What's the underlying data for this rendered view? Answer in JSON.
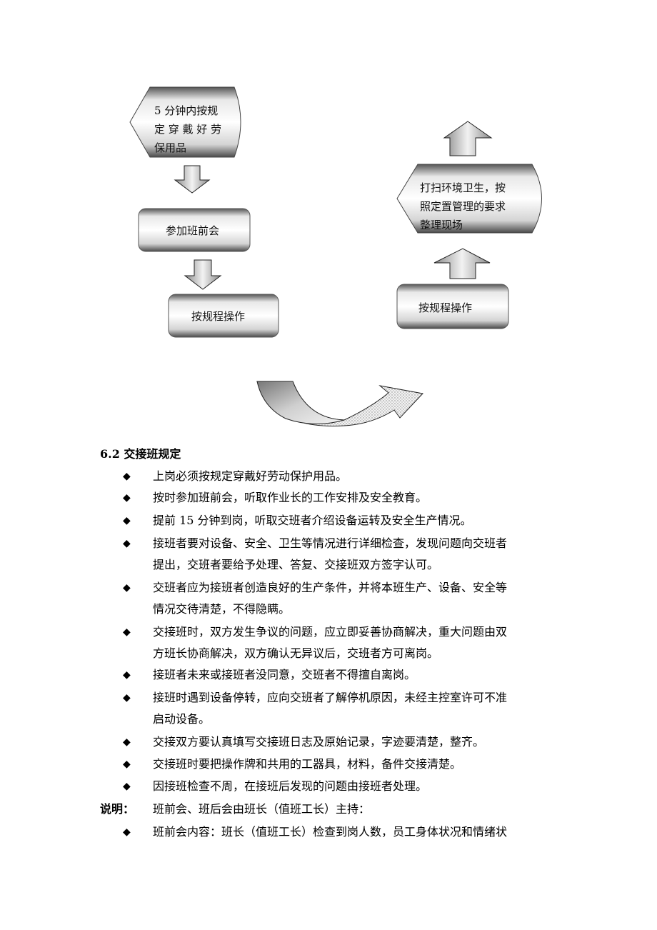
{
  "flowchart": {
    "left_shapes": [
      {
        "lines": [
          "5 分钟内按规",
          "定 穿 戴 好 劳",
          "保用品"
        ]
      },
      {
        "lines": [
          "参加班前会"
        ]
      },
      {
        "lines": [
          "按规程操作"
        ]
      }
    ],
    "right_shapes": [
      {
        "lines": [
          "按规程操作"
        ]
      },
      {
        "lines": [
          "打扫环境卫生，按",
          "照定置管理的要求",
          "整理现场"
        ]
      }
    ]
  },
  "section": {
    "heading": "6.2 交接班规定",
    "items": [
      {
        "lines": [
          "上岗必须按规定穿戴好劳动保护用品。"
        ]
      },
      {
        "lines": [
          "按时参加班前会，听取作业长的工作安排及安全教育。"
        ]
      },
      {
        "lines": [
          "提前 15 分钟到岗，听取交班者介绍设备运转及安全生产情况。"
        ]
      },
      {
        "lines": [
          "接班者要对设备、安全、卫生等情况进行详细检查，发现问题向交班者",
          "提出，交班者要给予处理、答复、交接班双方签字认可。"
        ]
      },
      {
        "lines": [
          "交班者应为接班者创造良好的生产条件，并将本班生产、设备、安全等",
          "情况交待清楚，不得隐瞒。"
        ]
      },
      {
        "lines": [
          "交接班时，双方发生争议的问题，应立即妥善协商解决，重大问题由双",
          "方班长协商解决，双方确认无异议后，交班者方可离岗。"
        ]
      },
      {
        "lines": [
          "接班者未来或接班者没同意，交班者不得擅自离岗。"
        ]
      },
      {
        "lines": [
          "接班时遇到设备停转，应向交班者了解停机原因，未经主控室许可不准",
          "启动设备。"
        ]
      },
      {
        "lines": [
          "交接双方要认真填写交接班日志及原始记录，字迹要清楚，整齐。"
        ]
      },
      {
        "lines": [
          "交接班时要把操作牌和共用的工器具，材料，备件交接清楚。"
        ]
      },
      {
        "lines": [
          "因接班检查不周，在接班后发现的问题由接班者处理。"
        ]
      }
    ]
  },
  "note": {
    "label": "说明：",
    "text": "班前会、班后会由班长（值班工长）主持：",
    "items": [
      {
        "lines": [
          "班前会内容：班长（值班工长）检查到岗人数，员工身体状况和情绪状"
        ]
      }
    ]
  },
  "bullet_glyph": "◆"
}
